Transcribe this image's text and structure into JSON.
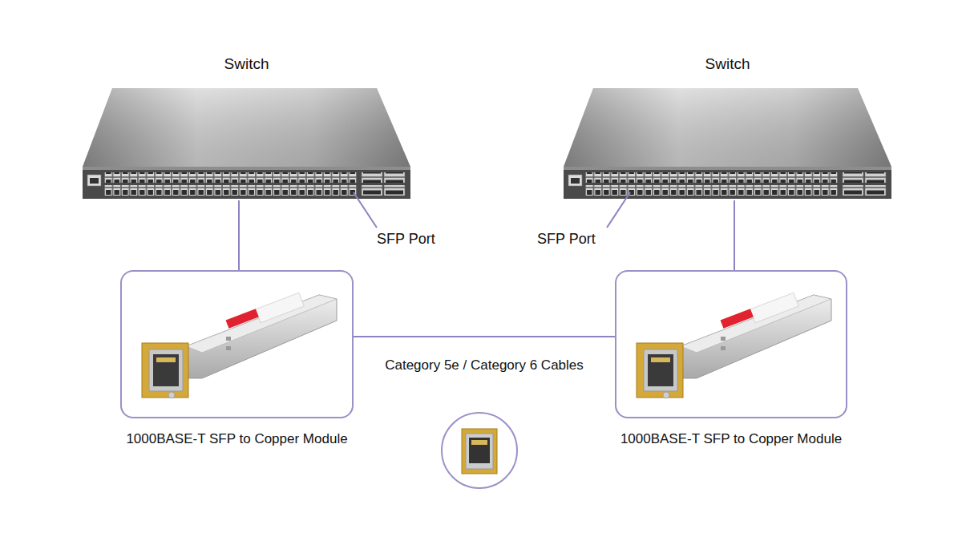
{
  "diagram": {
    "nodes": [
      {
        "text": [
          "Switch"
        ]
      },
      {
        "text": [
          "Switch"
        ]
      },
      {
        "text": [
          "1000BASE-T SFP to Copper Module"
        ]
      },
      {
        "text": [
          "1000BASE-T SFP to Copper Module"
        ]
      }
    ],
    "edges": [
      {
        "from": 0,
        "to": 2,
        "arrow": "none"
      },
      {
        "from": 1,
        "to": 3,
        "arrow": "none"
      },
      {
        "from": 2,
        "to": 3,
        "label": "Category 5e / Category 6 Cables",
        "arrow": "none"
      }
    ],
    "labels": [
      "SFP Port",
      "SFP Port"
    ]
  }
}
